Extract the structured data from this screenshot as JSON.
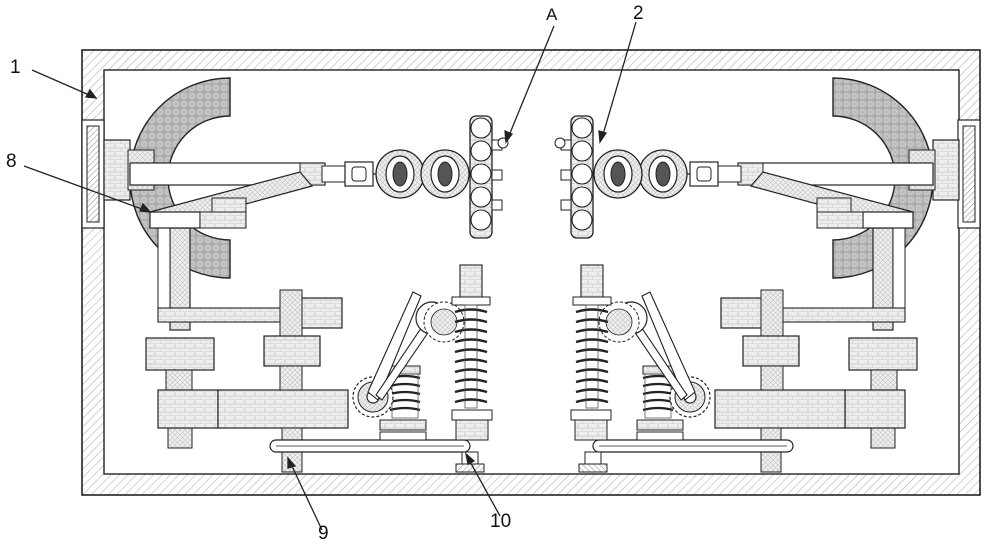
{
  "labels": {
    "part_1": "1",
    "part_2": "2",
    "detail_a": "A",
    "part_8": "8",
    "part_9": "9",
    "part_10": "10"
  },
  "colors": {
    "stroke": "#222222",
    "hatch": "#9a9a9a",
    "mesh": "#b8b8b8",
    "block_fill": "#f2f2f2",
    "background": "#ffffff"
  }
}
